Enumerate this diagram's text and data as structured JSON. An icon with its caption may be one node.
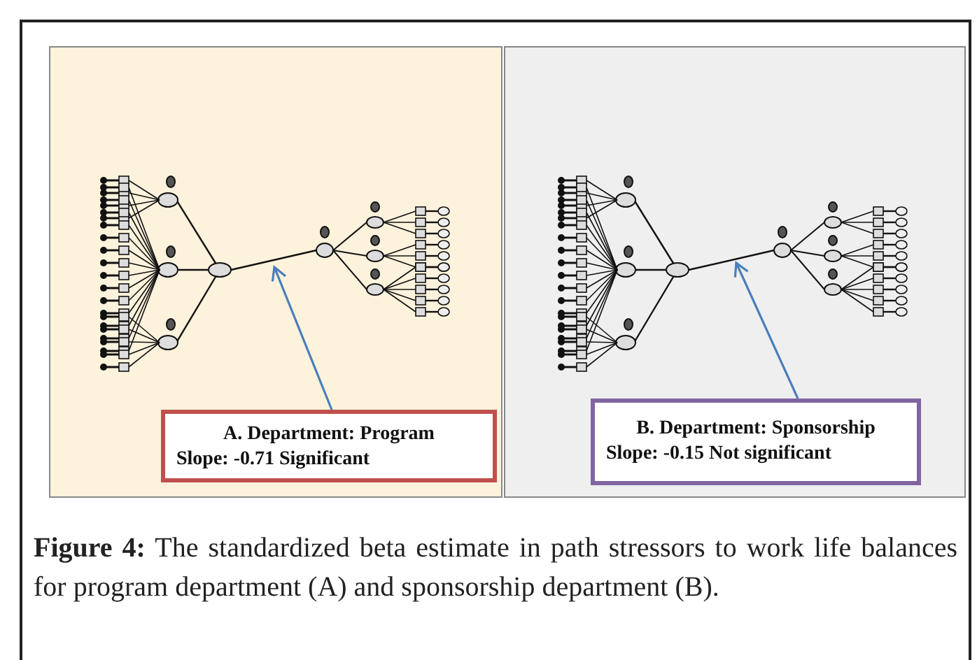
{
  "diagram": {
    "caption": "**Figure 4:** The standardized beta estimate in path stressors to work life balances for program department (A) and sponsorship department (B).",
    "nodes": [
      {
        "text": [
          "A. Department: Program",
          "Slope: -0.71 Significant"
        ]
      },
      {
        "text": [
          "B. Department: Sponsorship",
          "Slope: -0.15 Not significant"
        ]
      }
    ],
    "edges": [
      {
        "from": 0,
        "to": null,
        "arrow": "to"
      },
      {
        "from": 1,
        "to": null,
        "arrow": "to"
      }
    ]
  }
}
